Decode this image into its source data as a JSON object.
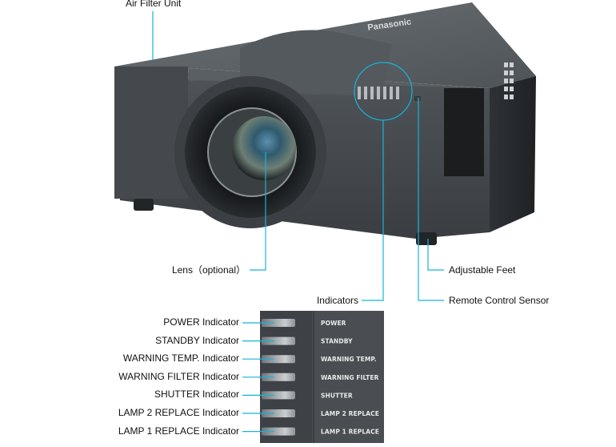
{
  "diagram": {
    "product_brand": "Panasonic",
    "leader_color": "#14b4dc",
    "callouts": {
      "air_filter_unit": "Air Filter Unit",
      "lens": "Lens（optional）",
      "indicators": "Indicators",
      "adjustable_feet": "Adjustable Feet",
      "remote_control_sensor": "Remote Control Sensor"
    },
    "indicator_panel": {
      "items": [
        {
          "callout": "POWER Indicator",
          "panel_label": "POWER"
        },
        {
          "callout": "STANDBY Indicator",
          "panel_label": "STANDBY"
        },
        {
          "callout": "WARNING TEMP. Indicator",
          "panel_label": "WARNING TEMP."
        },
        {
          "callout": "WARNING FILTER Indicator",
          "panel_label": "WARNING FILTER"
        },
        {
          "callout": "SHUTTER Indicator",
          "panel_label": "SHUTTER"
        },
        {
          "callout": "LAMP 2 REPLACE Indicator",
          "panel_label": "LAMP 2 REPLACE"
        },
        {
          "callout": "LAMP 1 REPLACE Indicator",
          "panel_label": "LAMP 1 REPLACE"
        }
      ]
    }
  }
}
